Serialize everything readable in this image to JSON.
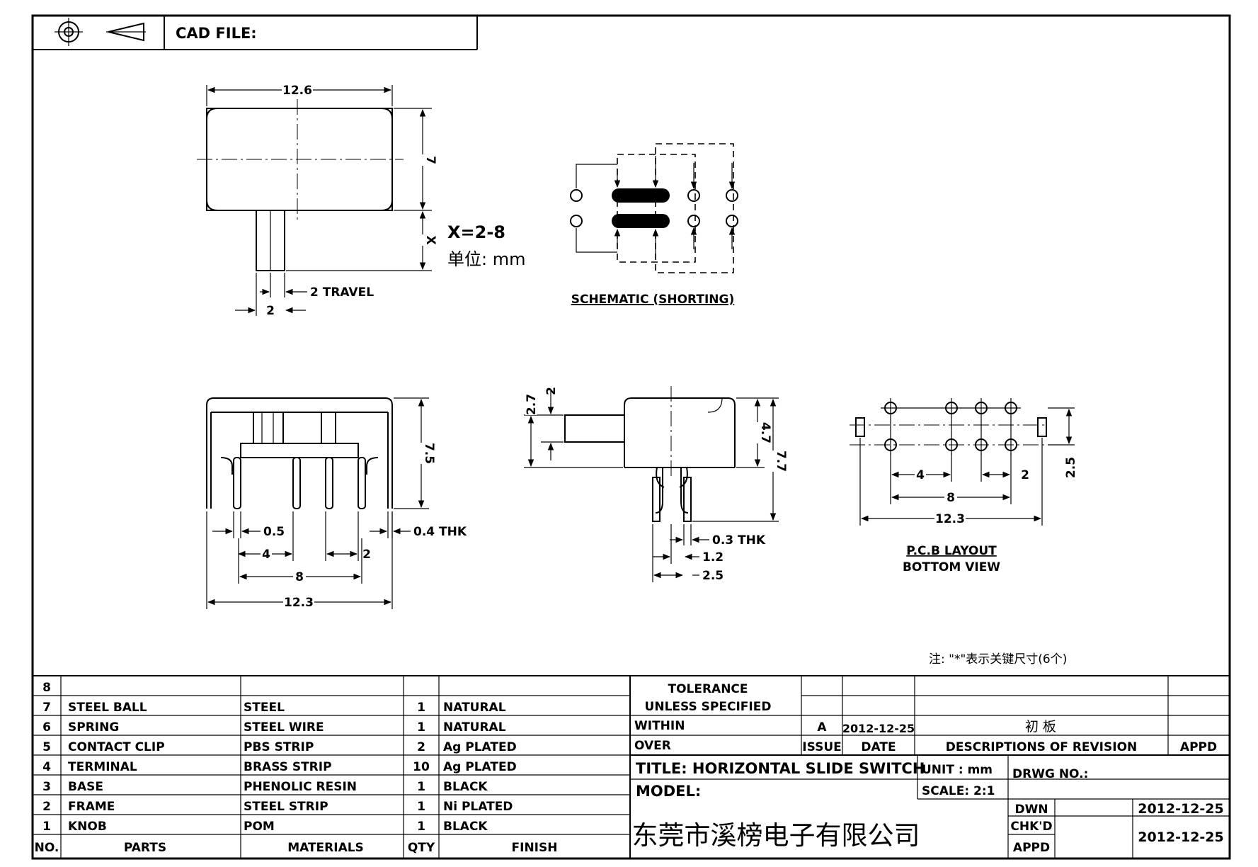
{
  "header": {
    "cad_file_label": "CAD FILE:"
  },
  "top_view": {
    "width_dim": "12.6",
    "height_dim": "7",
    "actuator_dim": "X",
    "x_range": "X=2-8",
    "unit_note": "单位: mm",
    "travel_label": "2 TRAVEL",
    "actuator_width": "2"
  },
  "schematic": {
    "caption": "SCHEMATIC (SHORTING)"
  },
  "front_view": {
    "height_dim": "7.5",
    "pin_width": "0.5",
    "thickness": "0.4 THK",
    "pitch_a": "4",
    "pitch_b": "2",
    "span": "8",
    "overall": "12.3"
  },
  "side_view": {
    "dim_2_7": "2.7",
    "dim_2": "2",
    "dim_4_7": "4.7",
    "dim_7_7": "7.7",
    "thk": "0.3 THK",
    "dim_1_2": "1.2",
    "dim_2_5": "2.5"
  },
  "pcb_layout": {
    "dim_4": "4",
    "dim_2": "2",
    "dim_8": "8",
    "dim_12_3": "12.3",
    "dim_2_5": "2.5",
    "title": "P.C.B LAYOUT",
    "subtitle": "BOTTOM VIEW"
  },
  "note": "注: \"*\"表示关键尺寸(6个)",
  "bom": {
    "headers": {
      "no": "NO.",
      "parts": "PARTS",
      "materials": "MATERIALS",
      "qty": "QTY",
      "finish": "FINISH"
    },
    "rows": [
      {
        "no": "8",
        "part": "",
        "material": "",
        "qty": "",
        "finish": ""
      },
      {
        "no": "7",
        "part": "STEEL BALL",
        "material": "STEEL",
        "qty": "1",
        "finish": "NATURAL"
      },
      {
        "no": "6",
        "part": "SPRING",
        "material": "STEEL WIRE",
        "qty": "1",
        "finish": "NATURAL"
      },
      {
        "no": "5",
        "part": "CONTACT CLIP",
        "material": "PBS STRIP",
        "qty": "2",
        "finish": "Ag PLATED"
      },
      {
        "no": "4",
        "part": "TERMINAL",
        "material": "BRASS STRIP",
        "qty": "10",
        "finish": "Ag PLATED"
      },
      {
        "no": "3",
        "part": "BASE",
        "material": "PHENOLIC RESIN",
        "qty": "1",
        "finish": "BLACK"
      },
      {
        "no": "2",
        "part": "FRAME",
        "material": "STEEL STRIP",
        "qty": "1",
        "finish": "Ni PLATED"
      },
      {
        "no": "1",
        "part": "KNOB",
        "material": "POM",
        "qty": "1",
        "finish": "BLACK"
      }
    ]
  },
  "title_block": {
    "tolerance_line1": "TOLERANCE",
    "tolerance_line2": "UNLESS   SPECIFIED",
    "within": "WITHIN",
    "over": "OVER",
    "issue_value": "A",
    "issue_date": "2012-12-25",
    "revision_desc": "初 板",
    "issue_label": "ISSUE",
    "date_label": "DATE",
    "descriptions_label": "DESCRIPTIONS OF REVISION",
    "appd_label": "APPD",
    "title": "TITLE: HORIZONTAL SLIDE SWITCH",
    "unit": "UNIT : mm",
    "drwg_no": "DRWG NO.:",
    "model": "MODEL:",
    "scale": "SCALE: 2:1",
    "dwn_label": "DWN",
    "dwn_date": "2012-12-25",
    "company": "东莞市溪榜电子有限公司",
    "chkd_label": "CHK'D",
    "appd_label2": "APPD",
    "chk_date": "2012-12-25"
  }
}
